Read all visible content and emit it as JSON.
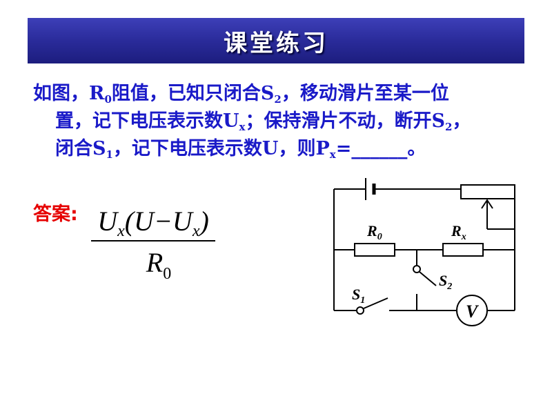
{
  "header": {
    "title": "课堂练习"
  },
  "question": {
    "line1": {
      "a": "如图，R",
      "a_sub": "0",
      "b": "阻值，已知只闭合S",
      "b_sub": "2",
      "c": "，移动滑片至某一位"
    },
    "line2": {
      "a": "置，记下电压表示数U",
      "a_sub": "x",
      "b": "；保持滑片不动，断开S",
      "b_sub": "2",
      "c": "，"
    },
    "line3": {
      "a": "闭合S",
      "a_sub": "1",
      "b": "，记下电压表示数U，则P",
      "b_sub": "x",
      "c": "=______。"
    }
  },
  "answer": {
    "label": "答案:",
    "numerator": {
      "u1": "U",
      "x1": "x",
      "mid": "(U−U",
      "x2": "x",
      "end": ")"
    },
    "denominator": {
      "r": "R",
      "zero": "0"
    }
  },
  "circuit": {
    "labels": {
      "r0": "R",
      "r0_sub": "0",
      "rx": "R",
      "rx_sub": "x",
      "s1": "S",
      "s1_sub": "1",
      "s2": "S",
      "s2_sub": "2",
      "meter": "V"
    }
  },
  "colors": {
    "title_bg": "#2a2b9a",
    "question_text": "#1a1ac8",
    "answer_label": "#e60000"
  }
}
